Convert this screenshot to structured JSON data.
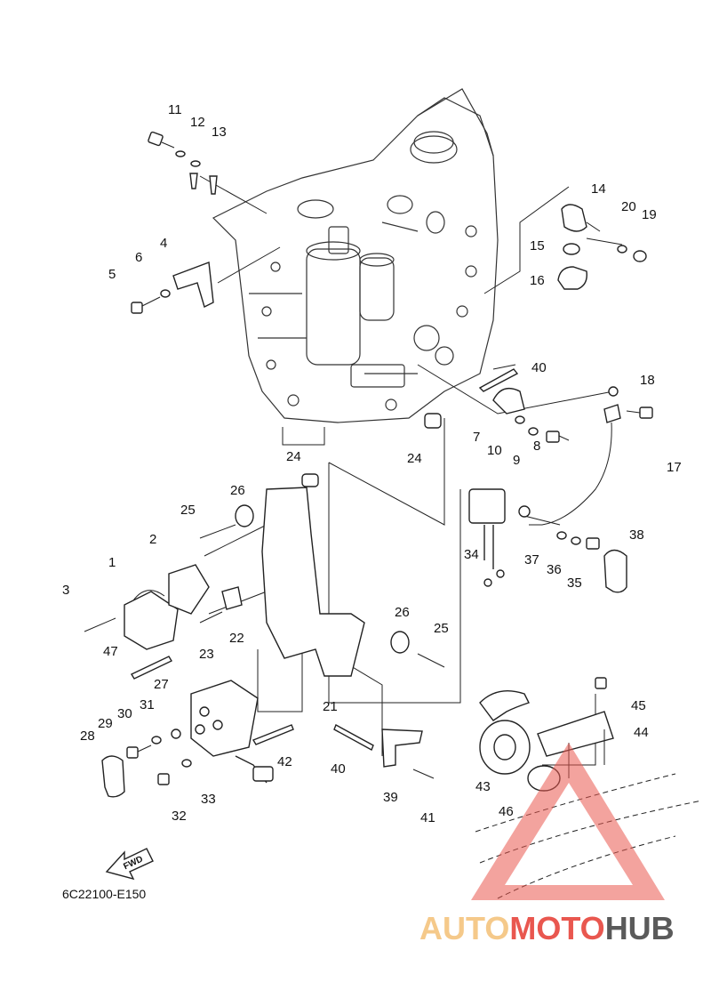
{
  "diagram_code": "6C22100-E150",
  "fwd_label": "FWD",
  "watermark": {
    "part1": "AUTO",
    "part2": "MOTO",
    "part3": "HUB",
    "color1": "#f5c98a",
    "color2": "#e9574f",
    "color3": "#5a5a5a"
  },
  "callouts": [
    "1",
    "2",
    "3",
    "4",
    "5",
    "6",
    "7",
    "8",
    "9",
    "10",
    "11",
    "12",
    "13",
    "14",
    "15",
    "16",
    "17",
    "18",
    "19",
    "20",
    "21",
    "22",
    "23",
    "24",
    "24",
    "25",
    "25",
    "26",
    "26",
    "27",
    "28",
    "29",
    "30",
    "31",
    "32",
    "33",
    "34",
    "35",
    "36",
    "37",
    "38",
    "39",
    "40",
    "40",
    "41",
    "42",
    "43",
    "44",
    "45",
    "46",
    "47"
  ]
}
